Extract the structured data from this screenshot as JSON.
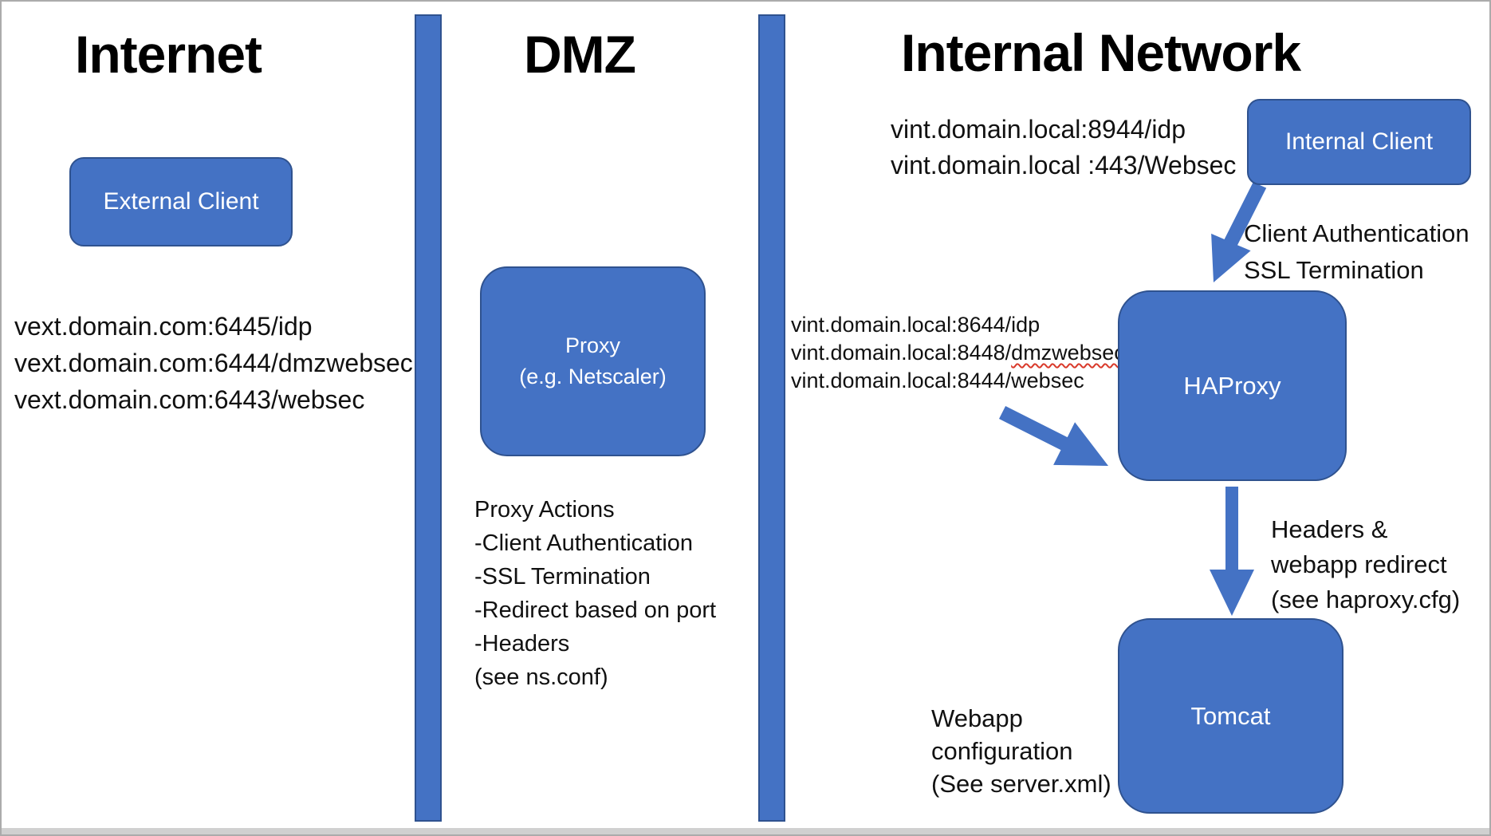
{
  "colors": {
    "accent": "#4472C4",
    "accentBorder": "#2F528F",
    "squiggle": "#D93A2B",
    "canvasBorder": "#ABABAB",
    "bottomStrip": "#D0D0D0",
    "ink": "#111111"
  },
  "zones": {
    "internet": {
      "title": "Internet",
      "external_client_label": "External Client",
      "endpoints": [
        "vext.domain.com:6445/idp",
        "vext.domain.com:6444/dmzwebsec",
        "vext.domain.com:6443/websec"
      ]
    },
    "dmz": {
      "title": "DMZ",
      "proxy_label_line1": "Proxy",
      "proxy_label_line2": "(e.g. Netscaler)",
      "actions": [
        "Proxy Actions",
        "-Client Authentication",
        "-SSL Termination",
        "-Redirect based on port",
        "-Headers",
        "(see ns.conf)"
      ]
    },
    "internal": {
      "title": "Internal Network",
      "client_endpoints": [
        "vint.domain.local:8944/idp",
        "vint.domain.local :443/Websec"
      ],
      "internal_client_label": "Internal Client",
      "client_auth_note": [
        "Client Authentication",
        "SSL Termination"
      ],
      "haproxy_endpoints": [
        {
          "pre": "vint.domain.local:8644/idp",
          "wavy": ""
        },
        {
          "pre": "vint.domain.local:8448/",
          "wavy": "dmzwebsec"
        },
        {
          "pre": "vint.domain.local:8444/websec",
          "wavy": ""
        }
      ],
      "haproxy_label": "HAProxy",
      "haproxy_note": [
        "Headers &",
        "webapp redirect",
        "(see haproxy.cfg)"
      ],
      "tomcat_label": "Tomcat",
      "tomcat_note": [
        "Webapp",
        "configuration",
        "(See server.xml)"
      ]
    }
  }
}
